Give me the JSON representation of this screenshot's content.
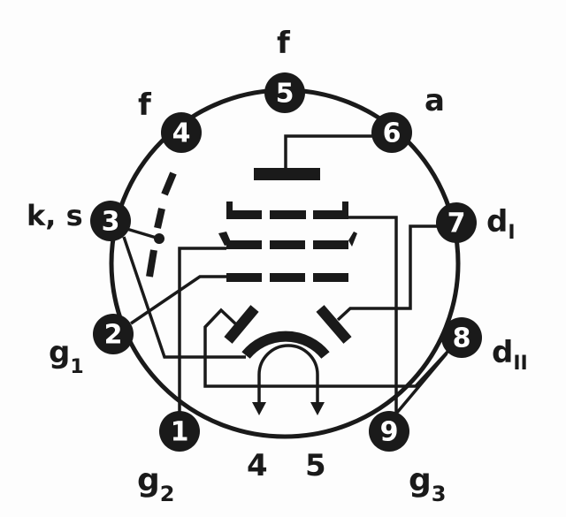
{
  "diagram": {
    "type": "vacuum tube base pinout",
    "pins": [
      {
        "number": "1",
        "label": "g",
        "sub": "2"
      },
      {
        "number": "2",
        "label": "g",
        "sub": "1"
      },
      {
        "number": "3",
        "label": "k, s",
        "sub": ""
      },
      {
        "number": "4",
        "label": "f",
        "sub": ""
      },
      {
        "number": "5",
        "label": "f",
        "sub": ""
      },
      {
        "number": "6",
        "label": "a",
        "sub": ""
      },
      {
        "number": "7",
        "label": "d",
        "sub": "I"
      },
      {
        "number": "8",
        "label": "d",
        "sub": "II"
      },
      {
        "number": "9",
        "label": "g",
        "sub": "3"
      }
    ],
    "heater_arrows": [
      "4",
      "5"
    ],
    "colors": {
      "ink": "#1a1a1a",
      "background": "#fdfdfd"
    }
  }
}
